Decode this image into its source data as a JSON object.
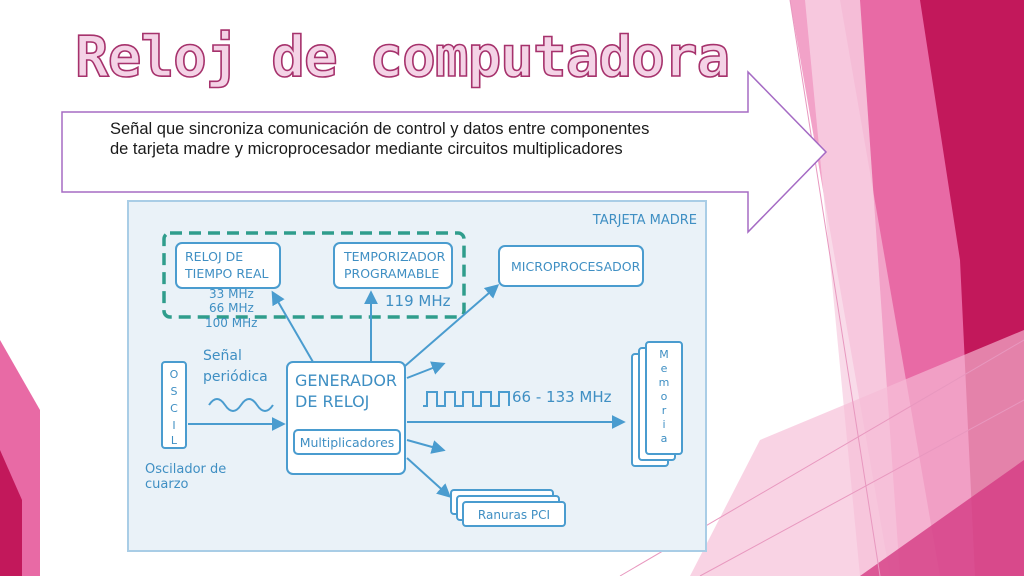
{
  "slide": {
    "title": "Reloj de computadora",
    "description": "Señal que sincroniza comunicación  de control y datos entre componentes de tarjeta madre y microprocesador mediante circuitos multiplicadores"
  },
  "diagram": {
    "board_label": "TARJETA MADRE",
    "rtc_line1": "RELOJ DE",
    "rtc_line2": "TIEMPO REAL",
    "timer_line1": "TEMPORIZADOR",
    "timer_line2": "PROGRAMABLE",
    "cpu_label": "MICROPROCESADOR",
    "freq_rtc_1": "33 MHz",
    "freq_rtc_2": "66 MHz",
    "freq_rtc_3": "100 MHz",
    "freq_timer": "119 MHz",
    "signal_line1": "Señal",
    "signal_line2": "periódica",
    "osc_letters": [
      "O",
      "S",
      "C",
      "I",
      "L"
    ],
    "osc_caption_line1": "Oscilador de",
    "osc_caption_line2": "cuarzo",
    "gen_line1": "GENERADOR",
    "gen_line2": "DE RELOJ",
    "multipliers": "Multiplicadores",
    "freq_bus": "66 - 133 MHz",
    "memory_letters": [
      "M",
      "e",
      "m",
      "o",
      "r",
      "i",
      "a"
    ],
    "pci_label": "Ranuras PCI"
  },
  "colors": {
    "diagram_stroke": "#4a9ccf",
    "dashed_box": "#2f9d8c",
    "title_fill": "#f4d3e6",
    "title_stroke": "#a6326c",
    "callout_border": "#a56bc4",
    "pink_dark": "#c2185b",
    "pink_mid": "#e0609d",
    "pink_light": "#f7c7dd"
  }
}
